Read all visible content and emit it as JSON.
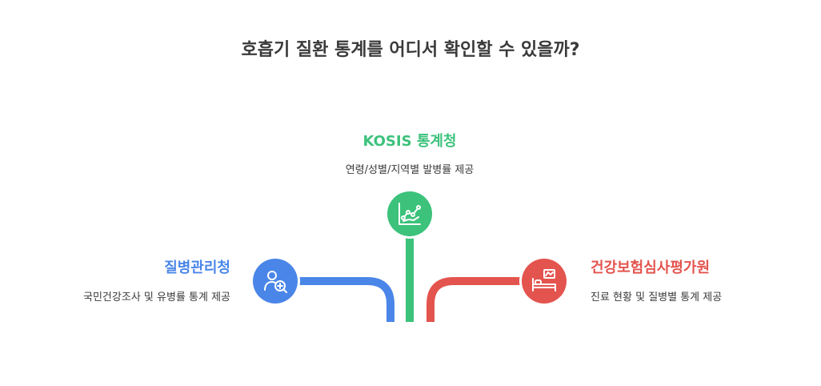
{
  "title": "호흡기 질환 통계를 어디서 확인할 수 있을까?",
  "colors": {
    "green": "#3cc27b",
    "blue": "#4a86e8",
    "red": "#e4544e",
    "text": "#3a3a3a"
  },
  "top": {
    "heading": "KOSIS 통계청",
    "desc": "연령/성별/지역별 발병률 제공",
    "icon": "line-chart-icon"
  },
  "left": {
    "heading": "질병관리청",
    "desc": "국민건강조사 및 유병률 통계 제공",
    "icon": "user-search-icon"
  },
  "right": {
    "heading": "건강보험심사평가원",
    "desc": "진료 현황 및 질병별 통계 제공",
    "icon": "hospital-bed-icon"
  }
}
